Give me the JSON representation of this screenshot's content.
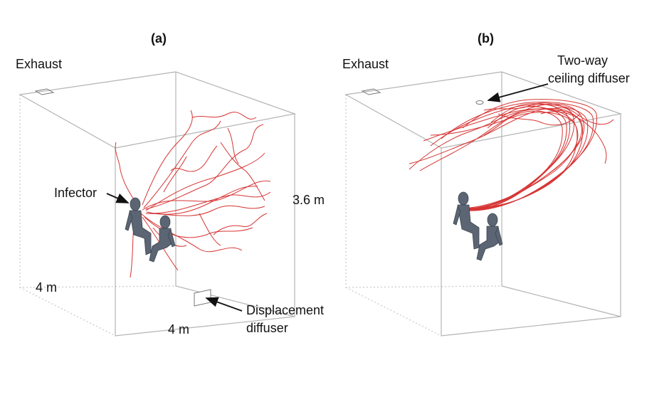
{
  "panels": [
    {
      "label": "(a)",
      "annotations": {
        "exhaust": "Exhaust",
        "infector": "Infector",
        "height": "3.6 m",
        "depth": "4 m",
        "width": "4 m",
        "diffuser_line1": "Displacement",
        "diffuser_line2": "diffuser"
      }
    },
    {
      "label": "(b)",
      "annotations": {
        "exhaust": "Exhaust",
        "diffuser_line1": "Two-way",
        "diffuser_line2": "ceiling diffuser"
      }
    }
  ],
  "colors": {
    "room_edges": "#b3b3b3",
    "hidden_edges": "#c8c8c8",
    "pathlines": "#d42a2a",
    "manikins": "#5b6573",
    "text": "#111111"
  }
}
